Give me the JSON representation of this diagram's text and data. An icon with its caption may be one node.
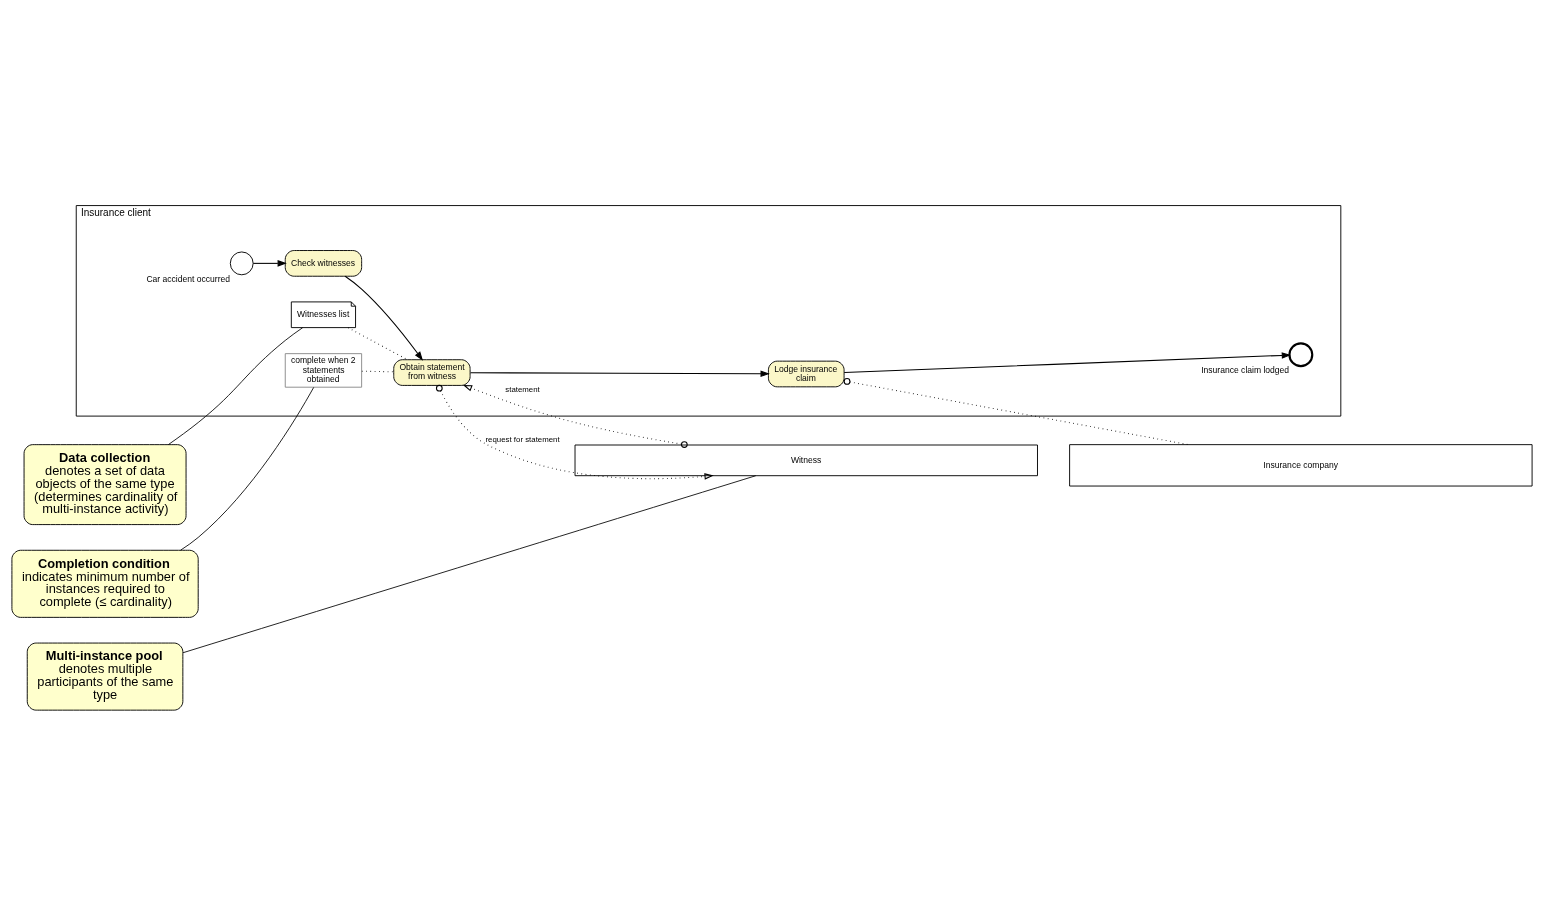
{
  "diagram": {
    "nodes": [
      {
        "text": [
          "Witness"
        ]
      },
      {
        "text": [
          "Insurance client"
        ]
      },
      {
        "text": [],
        "shape": "circle",
        "beside": [
          "Car accident occurred"
        ],
        "in": 1
      },
      {
        "text": [
          "Check witnesses"
        ],
        "in": 1
      },
      {
        "text": [
          "Witnesses list"
        ],
        "in": 1
      },
      {
        "text": [
          "Obtain statement from witness"
        ],
        "in": 1
      },
      {
        "text": [
          "complete when 2 statements obtained"
        ],
        "in": 1
      },
      {
        "text": [
          "Lodge insurance claim"
        ],
        "in": 1
      },
      {
        "text": [],
        "shape": "circle",
        "beside": [
          "Insurance claim lodged"
        ],
        "in": 1
      },
      {
        "text": [
          "Insurance company"
        ]
      },
      {
        "text": [
          "Data collection",
          "denotes a set of data objects of the same type (determines cardinality of multi-instance activity)"
        ]
      },
      {
        "text": [
          "Multi-instance pool",
          "denotes multiple participants of the same type"
        ]
      },
      {
        "text": [
          "Completion condition",
          "indicates minimum number of instances required to complete (≤ cardinality)"
        ]
      }
    ],
    "edges": [
      {
        "from": 2,
        "to": 3,
        "arrow": "to"
      },
      {
        "from": 3,
        "to": 5,
        "arrow": "to"
      },
      {
        "from": 4,
        "to": 5,
        "arrow": "none",
        "style": "dashed"
      },
      {
        "from": 5,
        "to": 0,
        "arrow": "to",
        "style": "dashed",
        "label": "request for statement"
      },
      {
        "from": 0,
        "to": 5,
        "arrow": "to",
        "style": "dashed",
        "label": "statement"
      },
      {
        "from": 6,
        "to": 5,
        "arrow": "none",
        "style": "dashed"
      },
      {
        "from": 5,
        "to": 7,
        "arrow": "to"
      },
      {
        "from": 7,
        "to": 8,
        "arrow": "to"
      },
      {
        "from": 7,
        "to": 9,
        "arrow": "other",
        "style": "dashed"
      },
      {
        "from": 10,
        "to": 4,
        "arrow": "none"
      },
      {
        "from": 11,
        "to": 0,
        "arrow": "none"
      },
      {
        "from": 12,
        "to": 6,
        "arrow": "none"
      }
    ]
  }
}
